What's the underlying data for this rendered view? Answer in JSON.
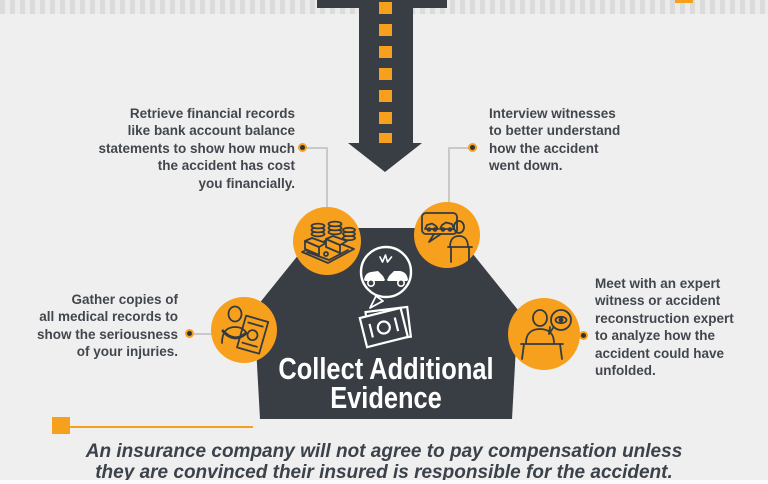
{
  "colors": {
    "background": "#efefef",
    "dark_charcoal": "#383e44",
    "accent_orange": "#f6a01e",
    "body_text": "#42474d",
    "connector_gray": "#c9c9c9",
    "title_white": "#ffffff"
  },
  "hexagon": {
    "title_lines": [
      "Collect Additional",
      "Evidence"
    ]
  },
  "steps": {
    "financial": {
      "lines": [
        "Retrieve financial records",
        "like bank account balance",
        "statements to show how much",
        "the accident has cost",
        "you financially."
      ]
    },
    "witnesses": {
      "lines": [
        "Interview witnesses",
        "to better understand",
        "how the accident",
        "went down."
      ]
    },
    "medical": {
      "lines": [
        "Gather copies of",
        "all medical records to",
        "show the seriousness",
        "of your injuries."
      ]
    },
    "expert": {
      "lines": [
        "Meet with an expert",
        "witness or accident",
        "reconstruction expert",
        "to analyze how the",
        "accident could have",
        "unfolded."
      ]
    }
  },
  "footer": {
    "lines": [
      "An insurance company will not agree to pay compensation unless",
      "they are convinced their insured is responsible for the accident."
    ]
  },
  "icons": {
    "money": "money-stacks-icon",
    "witness": "witness-statement-icon",
    "medical": "medical-records-icon",
    "expert": "expert-analysis-icon",
    "crash": "car-crash-photos-icon",
    "arrow": "down-arrow-road-icon"
  }
}
